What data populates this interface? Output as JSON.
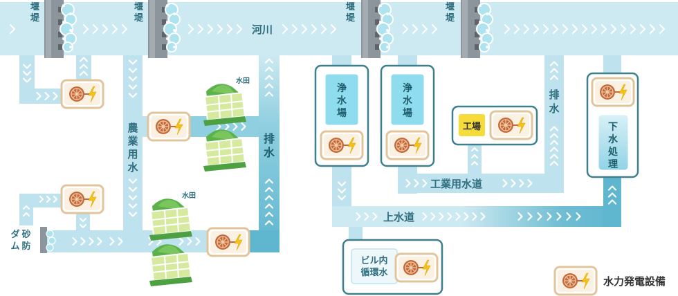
{
  "labels": {
    "weir": "堰堤",
    "river": "河川",
    "agri_1": "農",
    "agri_2": "業",
    "agri_3": "用",
    "agri_4": "水",
    "paddy": "水田",
    "drain_1": "排",
    "drain_2": "水",
    "purif_1": "浄",
    "purif_2": "水",
    "purif_3": "場",
    "factory": "工場",
    "sewage_1": "下",
    "sewage_2": "水",
    "sewage_3": "処",
    "sewage_4": "理",
    "industrial_water": "工業用水道",
    "water_supply": "上水道",
    "building_1": "ビル内",
    "building_2": "循環水",
    "sabo_1": "砂",
    "sabo_2": "防",
    "sabo_3": "ダ",
    "sabo_4": "ム"
  },
  "legend": {
    "label": "水力発電設備",
    "icon": "hydro-turbine-icon"
  },
  "colors": {
    "river": "#cde9f1",
    "channel": "#bfe3ee",
    "drain": "#5fb6cf",
    "supply": "#8fcfe0",
    "facility": "#8fdcef",
    "box_border": "#3e7f8d",
    "turbine_border": "#e2c49a",
    "turbine": "#c46a3a",
    "bolt": "#f4c21a",
    "factory": "#f6dc3a",
    "field_light": "#e0eeb8",
    "field_dark": "#5cb24a"
  }
}
